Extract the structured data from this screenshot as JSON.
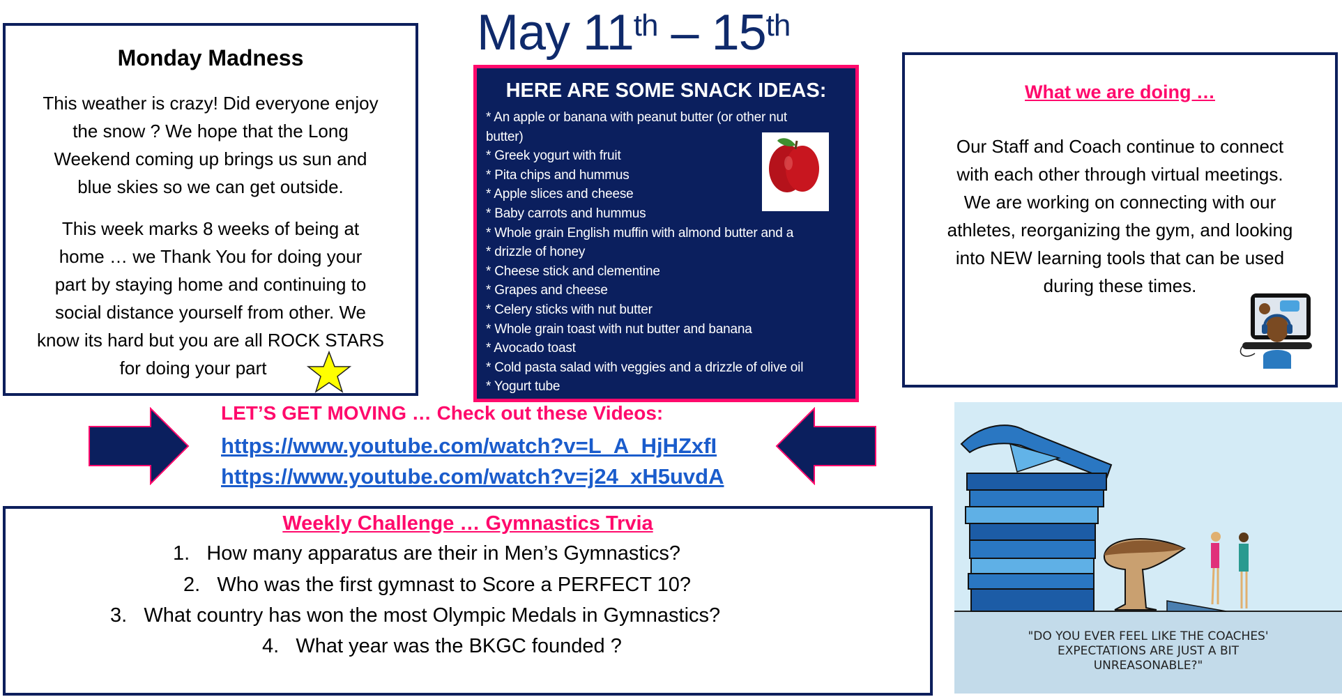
{
  "title": {
    "month": "May",
    "start_day": "11",
    "start_suffix": "th",
    "dash": "–",
    "end_day": "15",
    "end_suffix": "th"
  },
  "monday_madness": {
    "heading": "Monday Madness",
    "paragraph1": [
      "This weather is crazy! Did everyone enjoy",
      "the snow ? We hope that the Long",
      "Weekend coming up brings us sun and",
      "blue skies so we can get outside."
    ],
    "paragraph2": [
      "This week marks 8 weeks of being at",
      "home … we Thank You for doing your",
      "part by staying home and continuing to",
      "social distance yourself from other. We",
      "know its hard  but you are all ROCK STARS",
      "for doing your part"
    ]
  },
  "snacks": {
    "heading": "HERE ARE SOME SNACK IDEAS:",
    "items": [
      "* An apple or banana with peanut butter (or other nut",
      "butter)",
      "* Greek yogurt with fruit",
      "* Pita chips and hummus",
      "* Apple slices and cheese",
      "* Baby carrots and hummus",
      "* Whole grain English muffin with almond butter and a",
      "* drizzle of honey",
      "* Cheese stick and clementine",
      "* Grapes and cheese",
      "* Celery sticks with nut butter",
      "* Whole grain toast with nut butter and banana",
      "* Avocado toast",
      "* Cold pasta salad with veggies and a drizzle of olive oil",
      "* Yogurt tube"
    ]
  },
  "what_we_are_doing": {
    "heading": "What we are doing …",
    "lines": [
      "Our Staff and Coach continue to connect",
      "with each other through virtual meetings.",
      "We are working on connecting with our",
      "athletes, reorganizing the gym, and looking",
      "into NEW learning tools that can be used",
      "during these times."
    ]
  },
  "moving": {
    "heading": "LET’S GET MOVING … Check out these Videos:",
    "links": [
      "https://www.youtube.com/watch?v=L_A_HjHZxfI",
      "https://www.youtube.com/watch?v=j24_xH5uvdA"
    ]
  },
  "challenge": {
    "heading": "Weekly Challenge … Gymnastics Trvia",
    "questions": [
      {
        "num": "1.",
        "text": "How many apparatus are their in Men’s Gymnastics?"
      },
      {
        "num": "2.",
        "text": "Who was the first gymnast to Score a PERFECT 10?"
      },
      {
        "num": "3.",
        "text": "What country has won the most Olympic Medals in Gymnastics?"
      },
      {
        "num": "4.",
        "text": "What year was the BKGC founded ?"
      }
    ]
  },
  "cartoon": {
    "caption": [
      "\"DO YOU EVER FEEL LIKE THE COACHES'",
      "EXPECTATIONS ARE JUST A BIT",
      "UNREASONABLE?\""
    ]
  },
  "colors": {
    "navy": "#0b1f5e",
    "pink": "#ff0a6c",
    "link": "#1a5ccc",
    "star": "#ffff00"
  }
}
